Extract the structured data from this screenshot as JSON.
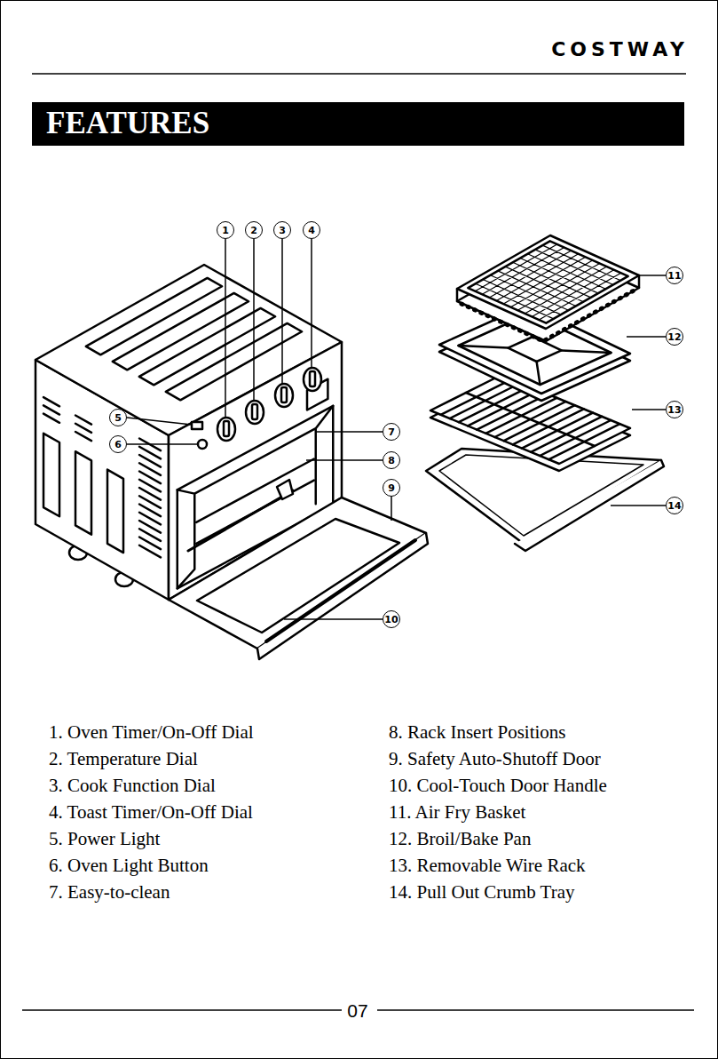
{
  "diagram": {
    "title": "FEATURES",
    "nodes": [
      {
        "text": [
          "1"
        ]
      },
      {
        "text": [
          "2"
        ]
      },
      {
        "text": [
          "3"
        ]
      },
      {
        "text": [
          "4"
        ]
      },
      {
        "text": [
          "5"
        ]
      },
      {
        "text": [
          "6"
        ]
      },
      {
        "text": [
          "7"
        ]
      },
      {
        "text": [
          "8"
        ]
      },
      {
        "text": [
          "9"
        ]
      },
      {
        "text": [
          "10"
        ]
      },
      {
        "text": [
          "11"
        ]
      },
      {
        "text": [
          "12"
        ]
      },
      {
        "text": [
          "13"
        ]
      },
      {
        "text": [
          "14"
        ]
      }
    ],
    "labels": [
      "COSTWAY",
      "1. Oven Timer/On-Off Dial",
      "2. Temperature Dial",
      "3. Cook Function Dial",
      "4. Toast Timer/On-Off Dial",
      "5. Power Light",
      "6. Oven Light Button",
      "7. Easy-to-clean",
      "8. Rack Insert Positions",
      "9. Safety Auto-Shutoff Door",
      "10. Cool-Touch Door Handle",
      "11. Air Fry Basket",
      "12. Broil/Bake Pan",
      "13. Removable Wire Rack",
      "14. Pull Out Crumb Tray",
      "07"
    ]
  }
}
